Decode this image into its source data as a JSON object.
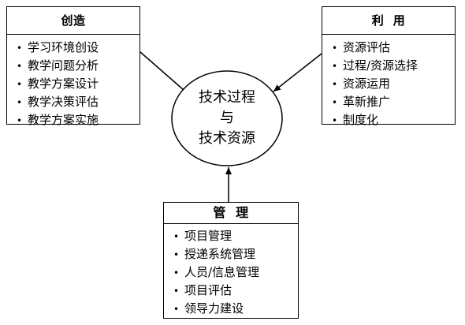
{
  "center": {
    "line1": "技术过程",
    "line2": "与",
    "line3": "技术资源"
  },
  "create": {
    "title": "创造",
    "items": [
      "学习环境创设",
      "教学问题分析",
      "教学方案设计",
      "教学决策评估",
      "教学方案实施"
    ]
  },
  "use": {
    "title": "利  用",
    "items": [
      "资源评估",
      "过程/资源选择",
      "资源运用",
      "革新推广",
      "制度化"
    ]
  },
  "manage": {
    "title": "管  理",
    "items": [
      "项目管理",
      "授递系统管理",
      "人员/信息管理",
      "项目评估",
      "领导力建设"
    ]
  },
  "bullet": "•"
}
